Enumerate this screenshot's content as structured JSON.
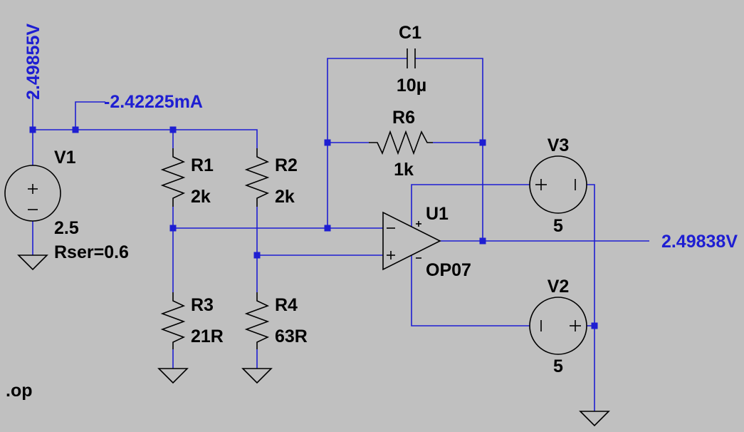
{
  "colors": {
    "background": "#c0c0c0",
    "wire": "#1e1ed2",
    "symbol": "#000000",
    "net_label": "#1e1ed2"
  },
  "v1": {
    "name": "V1",
    "value": "2.5",
    "rser": "Rser=0.6"
  },
  "r1": {
    "name": "R1",
    "value": "2k"
  },
  "r2": {
    "name": "R2",
    "value": "2k"
  },
  "r3": {
    "name": "R3",
    "value": "21R"
  },
  "r4": {
    "name": "R4",
    "value": "63R"
  },
  "r6": {
    "name": "R6",
    "value": "1k"
  },
  "c1": {
    "name": "C1",
    "value": "10µ"
  },
  "u1": {
    "name": "U1",
    "model": "OP07"
  },
  "v2": {
    "name": "V2",
    "value": "5"
  },
  "v3": {
    "name": "V3",
    "value": "5"
  },
  "probes": {
    "input_voltage": "2.49855V",
    "input_current": "-2.42225mA",
    "output_voltage": "2.49838V"
  },
  "directive": ".op"
}
